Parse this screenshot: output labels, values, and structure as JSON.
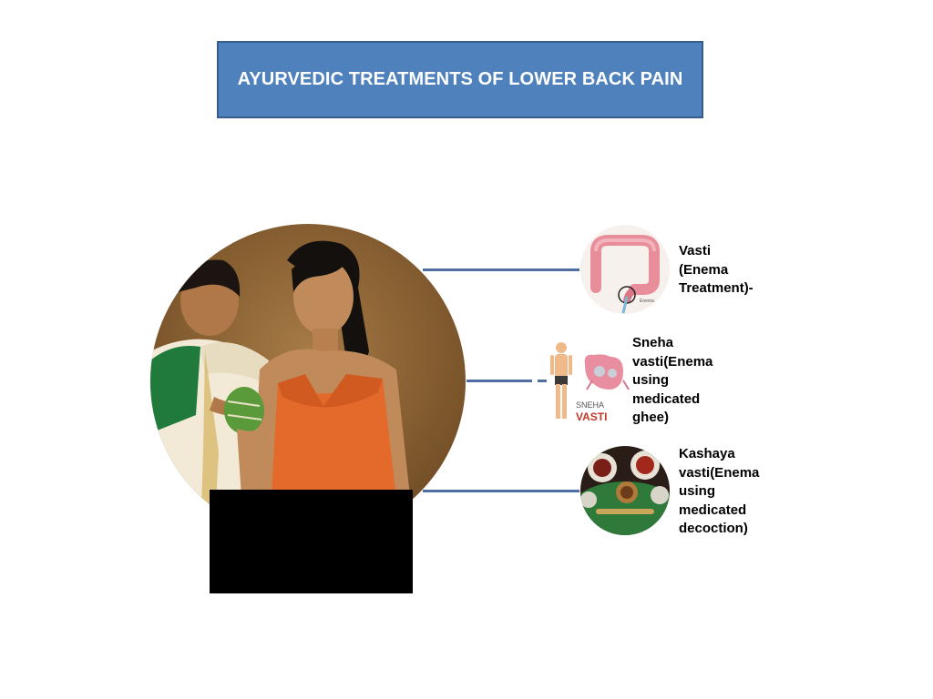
{
  "title": "AYURVEDIC TREATMENTS OF LOWER BACK PAIN",
  "treatments": [
    {
      "label": "Vasti\n(Enema\nTreatment)-",
      "icon": "colon-anatomy-icon",
      "caption": "Enema"
    },
    {
      "label": "Sneha\nvasti(Enema\nusing\nmedicated\nghee)",
      "icon": "sneha-vasti-icon",
      "caption_top": "SNEHA",
      "caption_bottom": "VASTI"
    },
    {
      "label": "Kashaya\nvasti(Enema\nusing\nmedicated\ndecoction)",
      "icon": "decoction-bowls-icon"
    }
  ],
  "colors": {
    "title_fill": "#4f81bd",
    "title_border": "#385d8a",
    "connector": "#4f6fa3",
    "redaction": "#000000"
  }
}
